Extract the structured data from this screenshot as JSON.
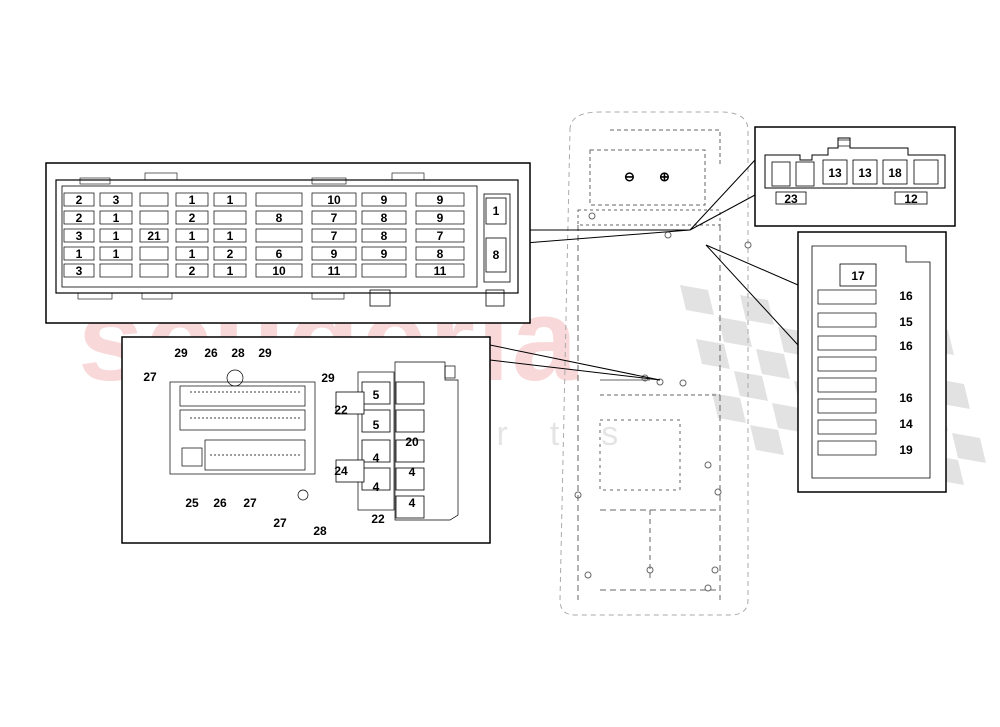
{
  "watermark": {
    "brand": "scuderia",
    "sub": "car parts"
  },
  "fuse_panel": {
    "rows": [
      [
        "2",
        "3",
        "",
        "1",
        "1",
        "",
        "10",
        "9",
        "9"
      ],
      [
        "2",
        "1",
        "",
        "2",
        "",
        "8",
        "7",
        "8",
        "9"
      ],
      [
        "3",
        "1",
        "21",
        "1",
        "1",
        "",
        "7",
        "8",
        "7"
      ],
      [
        "1",
        "1",
        "",
        "1",
        "2",
        "6",
        "9",
        "9",
        "8"
      ],
      [
        "3",
        "",
        "",
        "2",
        "1",
        "10",
        "11",
        "",
        "11"
      ]
    ],
    "side": [
      "1",
      "8"
    ]
  },
  "relay_detail": {
    "numbers": [
      "13",
      "13",
      "18"
    ],
    "bottom": [
      "23",
      "12"
    ]
  },
  "fuse_detail": {
    "top": "17",
    "labels": [
      "16",
      "15",
      "16",
      "16",
      "14",
      "19"
    ]
  },
  "box_detail": {
    "labels": [
      {
        "t": "29"
      },
      {
        "t": "26"
      },
      {
        "t": "28"
      },
      {
        "t": "29"
      },
      {
        "t": "27"
      },
      {
        "t": "29"
      },
      {
        "t": "25"
      },
      {
        "t": "26"
      },
      {
        "t": "27"
      },
      {
        "t": "27"
      },
      {
        "t": "28"
      },
      {
        "t": "22"
      },
      {
        "t": "24"
      },
      {
        "t": "22"
      },
      {
        "t": "5"
      },
      {
        "t": "5"
      },
      {
        "t": "4"
      },
      {
        "t": "4"
      },
      {
        "t": "20"
      },
      {
        "t": "4"
      },
      {
        "t": "4"
      }
    ]
  },
  "car": {
    "minus": "⊖",
    "plus": "⊕"
  }
}
